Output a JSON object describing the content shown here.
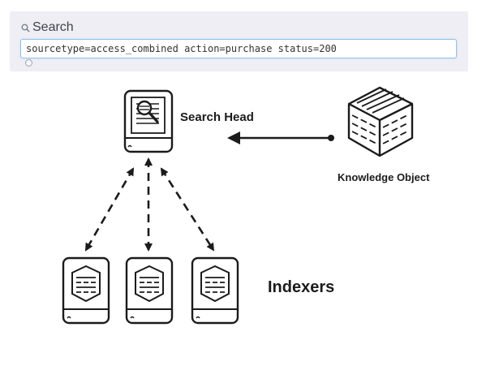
{
  "search": {
    "label": "Search",
    "query": "sourcetype=access_combined action=purchase status=200"
  },
  "nodes": {
    "search_head": "Search Head",
    "knowledge_object": "Knowledge Object",
    "indexers": "Indexers"
  },
  "icons": [
    "search-icon",
    "search-head-server-icon",
    "knowledge-object-cube-icon",
    "indexer-server-icon"
  ],
  "colors": {
    "ink": "#1b1b1b",
    "input_border": "#8fc2e8",
    "panel": "#eeeef4"
  }
}
